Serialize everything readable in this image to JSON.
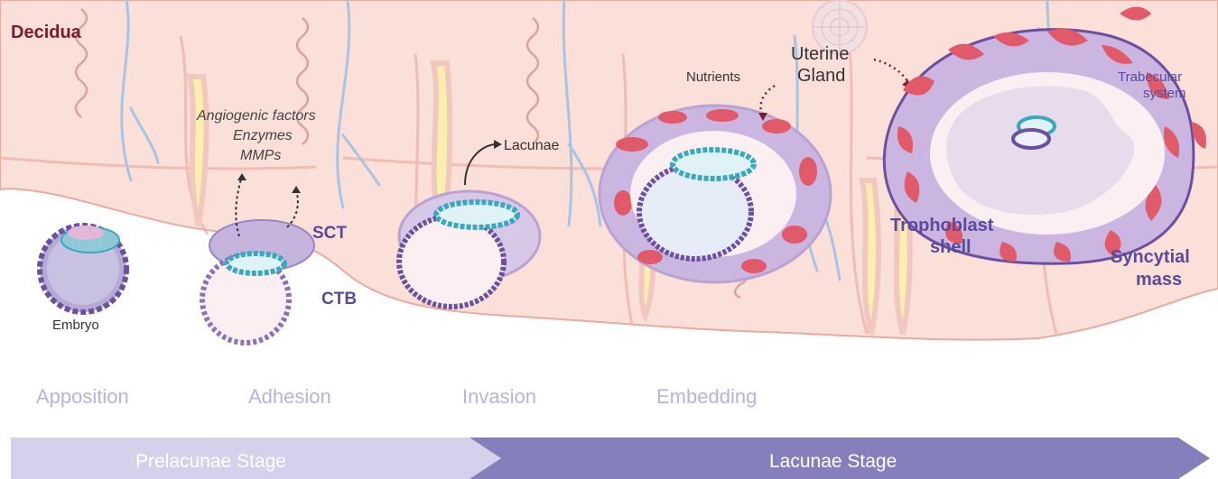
{
  "colors": {
    "decidua_bg": "#fbe0da",
    "decidua_stroke": "#e9aaa0",
    "vessel_blue": "#a9c4e3",
    "gland_yellow": "#fdeeb0",
    "trophoblast_purple": "#b9a3d1",
    "syncytio_dark": "#6c4f9e",
    "lacunae_red": "#e05a6a",
    "embryo_teal": "#3aa9be",
    "label_purple": "#5b4a9a",
    "decidua_label": "#7b1c2a",
    "stage_label_gray": "#b8b4d6",
    "prelacunae_bar": "#d5d1ec",
    "lacunae_bar": "#8580bb"
  },
  "labels": {
    "decidua": "Decidua",
    "embryo": "Embryo",
    "angiogenic_factors": "Angiogenic factors",
    "enzymes": "Enzymes",
    "mmps": "MMPs",
    "sct": "SCT",
    "ctb": "CTB",
    "lacunae": "Lacunae",
    "nutrients": "Nutrients",
    "uterine": "Uterine",
    "gland": "Gland",
    "trabecular": "Trabecular",
    "system": "system",
    "trophoblast": "Trophoblast",
    "shell": "shell",
    "syncytial": "Syncytial",
    "mass": "mass"
  },
  "stages": [
    "Apposition",
    "Adhesion",
    "Invasion",
    "Embedding"
  ],
  "bars": {
    "prelacunae": "Prelacunae Stage",
    "lacunae": "Lacunae Stage"
  }
}
